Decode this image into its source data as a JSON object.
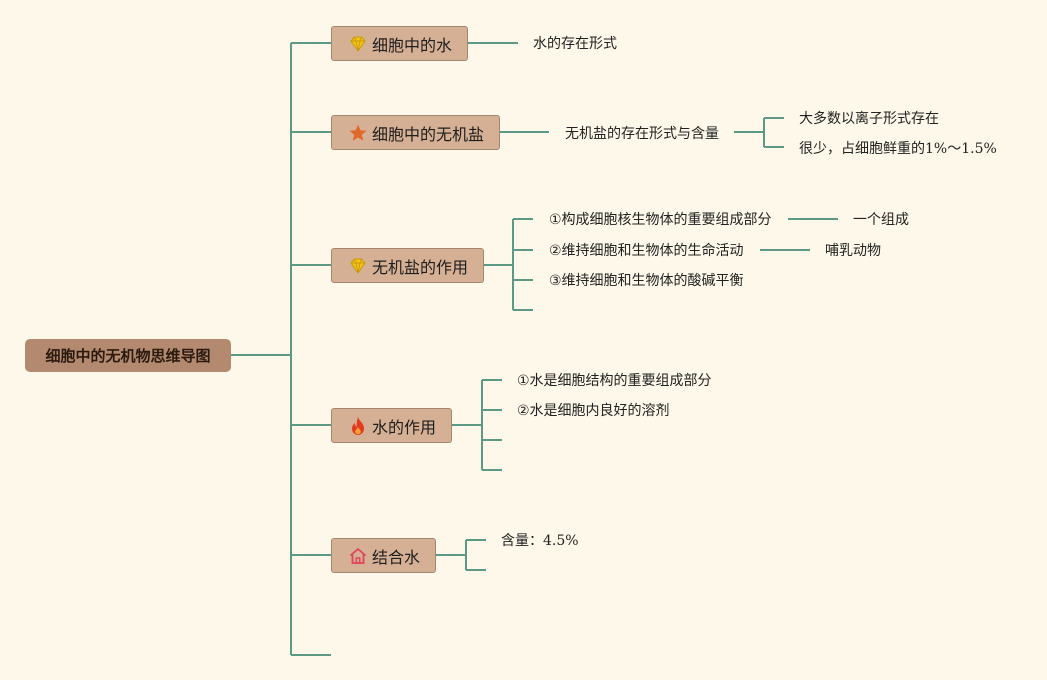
{
  "root": {
    "label": "细胞中的无机物思维导图"
  },
  "branches": [
    {
      "label": "细胞中的水",
      "icon": "diamond-icon",
      "children": [
        {
          "label": "水的存在形式"
        }
      ]
    },
    {
      "label": "细胞中的无机盐",
      "icon": "star-icon",
      "children": [
        {
          "label": "无机盐的存在形式与含量",
          "children": [
            {
              "label": "大多数以离子形式存在"
            },
            {
              "label_text": "很少，占细胞鲜重的",
              "label_value": "1%～1.5%"
            }
          ]
        }
      ]
    },
    {
      "label": "无机盐的作用",
      "icon": "diamond-icon",
      "children": [
        {
          "label": "①构成细胞核生物体的重要组成部分",
          "children": [
            {
              "label": "一个组成"
            }
          ]
        },
        {
          "label": "②维持细胞和生物体的生命活动",
          "children": [
            {
              "label": "哺乳动物"
            }
          ]
        },
        {
          "label": "③维持细胞和生物体的酸碱平衡"
        },
        {
          "label": ""
        }
      ]
    },
    {
      "label": "水的作用",
      "icon": "fire-icon",
      "children": [
        {
          "label": "①水是细胞结构的重要组成部分"
        },
        {
          "label": "②水是细胞内良好的溶剂"
        },
        {
          "label": ""
        },
        {
          "label": ""
        }
      ]
    },
    {
      "label": "结合水",
      "icon": "house-icon",
      "children": [
        {
          "label_text": "含量：",
          "label_value": "4.5%"
        },
        {
          "label": ""
        }
      ]
    }
  ],
  "colors": {
    "background": "#fdf8e9",
    "line": "#5c9a86",
    "root_fill": "#b38a6f",
    "node_fill": "#d6b094",
    "diamond": "#f2c21b",
    "star": "#e06a2c",
    "fire": "#e23b1e",
    "house": "#e0445e"
  }
}
